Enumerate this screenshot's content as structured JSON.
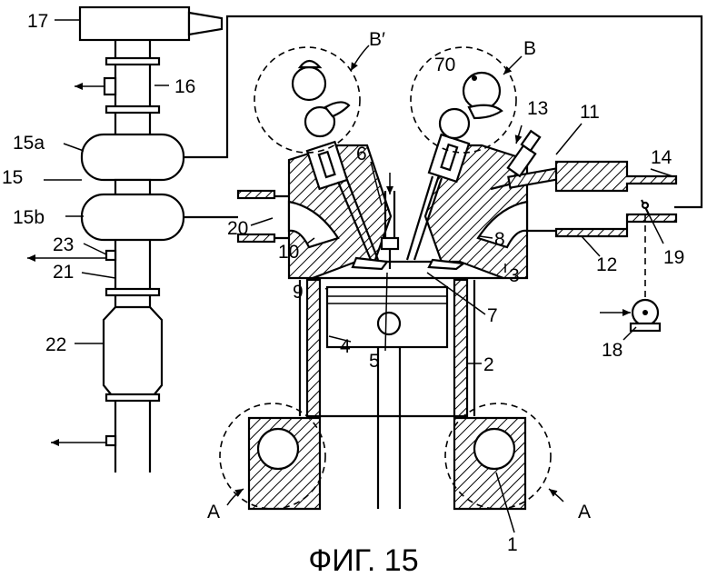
{
  "caption": "ФИГ. 15",
  "labels": {
    "l17": "17",
    "l16": "16",
    "l15a": "15a",
    "l15": "15",
    "l15b": "15b",
    "l23": "23",
    "l21": "21",
    "l22": "22",
    "l20": "20",
    "l10": "10",
    "l9": "9",
    "l4": "4",
    "l5": "5",
    "l6": "6",
    "l7": "7",
    "l8": "8",
    "l3": "3",
    "l2": "2",
    "l1": "1",
    "lBp": "B′",
    "lB": "B",
    "l70": "70",
    "l13": "13",
    "l11": "11",
    "l14": "14",
    "l12": "12",
    "l19": "19",
    "l18": "18",
    "lAleft": "A",
    "lAright": "A"
  }
}
